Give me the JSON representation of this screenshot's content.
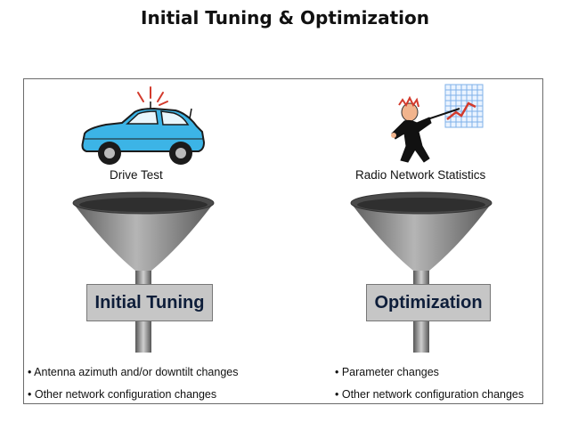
{
  "title": "Initial Tuning & Optimization",
  "left": {
    "caption": "Drive Test",
    "box_label": "Initial Tuning",
    "bullets": [
      "• Antenna azimuth and/or downtilt changes",
      "• Other network configuration changes"
    ]
  },
  "right": {
    "caption": "Radio Network Statistics",
    "box_label": "Optimization",
    "bullets": [
      "• Parameter changes",
      "• Other network configuration changes"
    ]
  },
  "colors": {
    "car_body": "#3cb4e6",
    "funnel": "#8f8f8f",
    "box": "#c6c6c6",
    "box_text": "#0e1e3a",
    "signal_lines": "#d33a2c",
    "chart_grid": "#7fb0e8"
  }
}
